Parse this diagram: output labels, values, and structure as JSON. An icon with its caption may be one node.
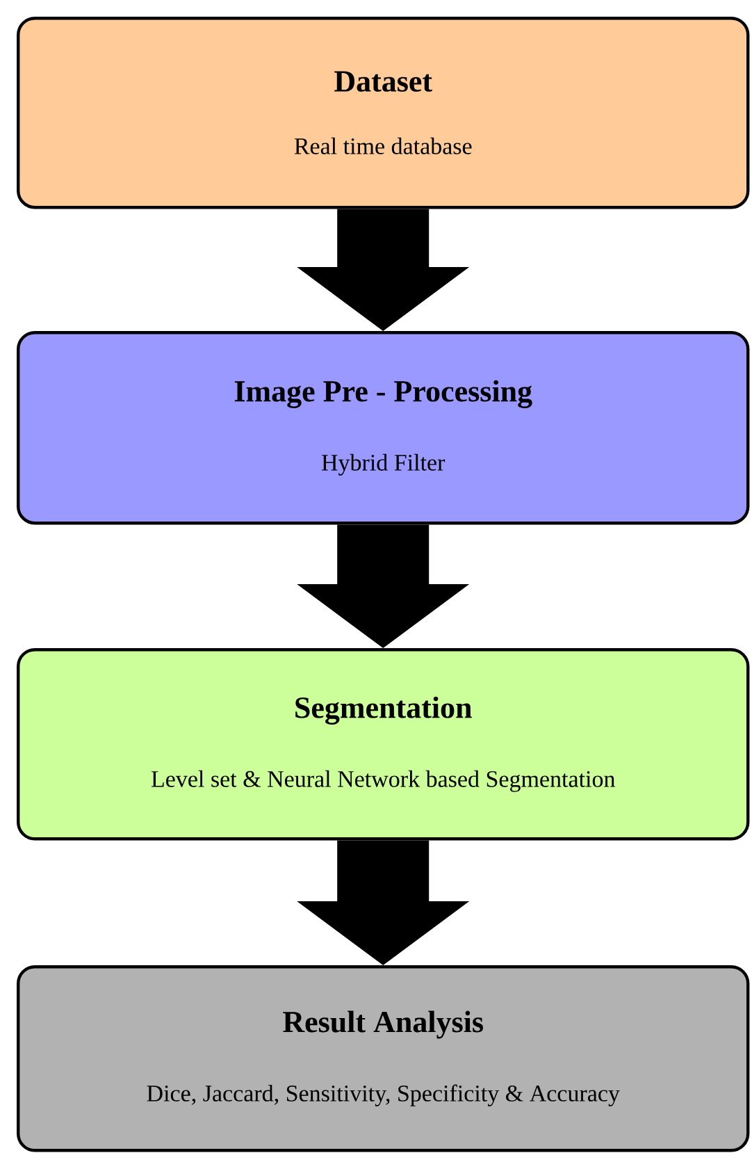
{
  "diagram": {
    "nodes": [
      {
        "text": [
          "Dataset",
          "Real time database"
        ]
      },
      {
        "text": [
          "Image Pre - Processing",
          "Hybrid Filter"
        ]
      },
      {
        "text": [
          "Segmentation",
          "Level set & Neural Network based Segmentation"
        ]
      },
      {
        "text": [
          "Result Analysis",
          "Dice, Jaccard, Sensitivity, Specificity & Accuracy"
        ]
      }
    ],
    "edges": [
      {
        "from": 0,
        "to": 1,
        "arrow": "to"
      },
      {
        "from": 1,
        "to": 2,
        "arrow": "to"
      },
      {
        "from": 2,
        "to": 3,
        "arrow": "to"
      }
    ]
  }
}
